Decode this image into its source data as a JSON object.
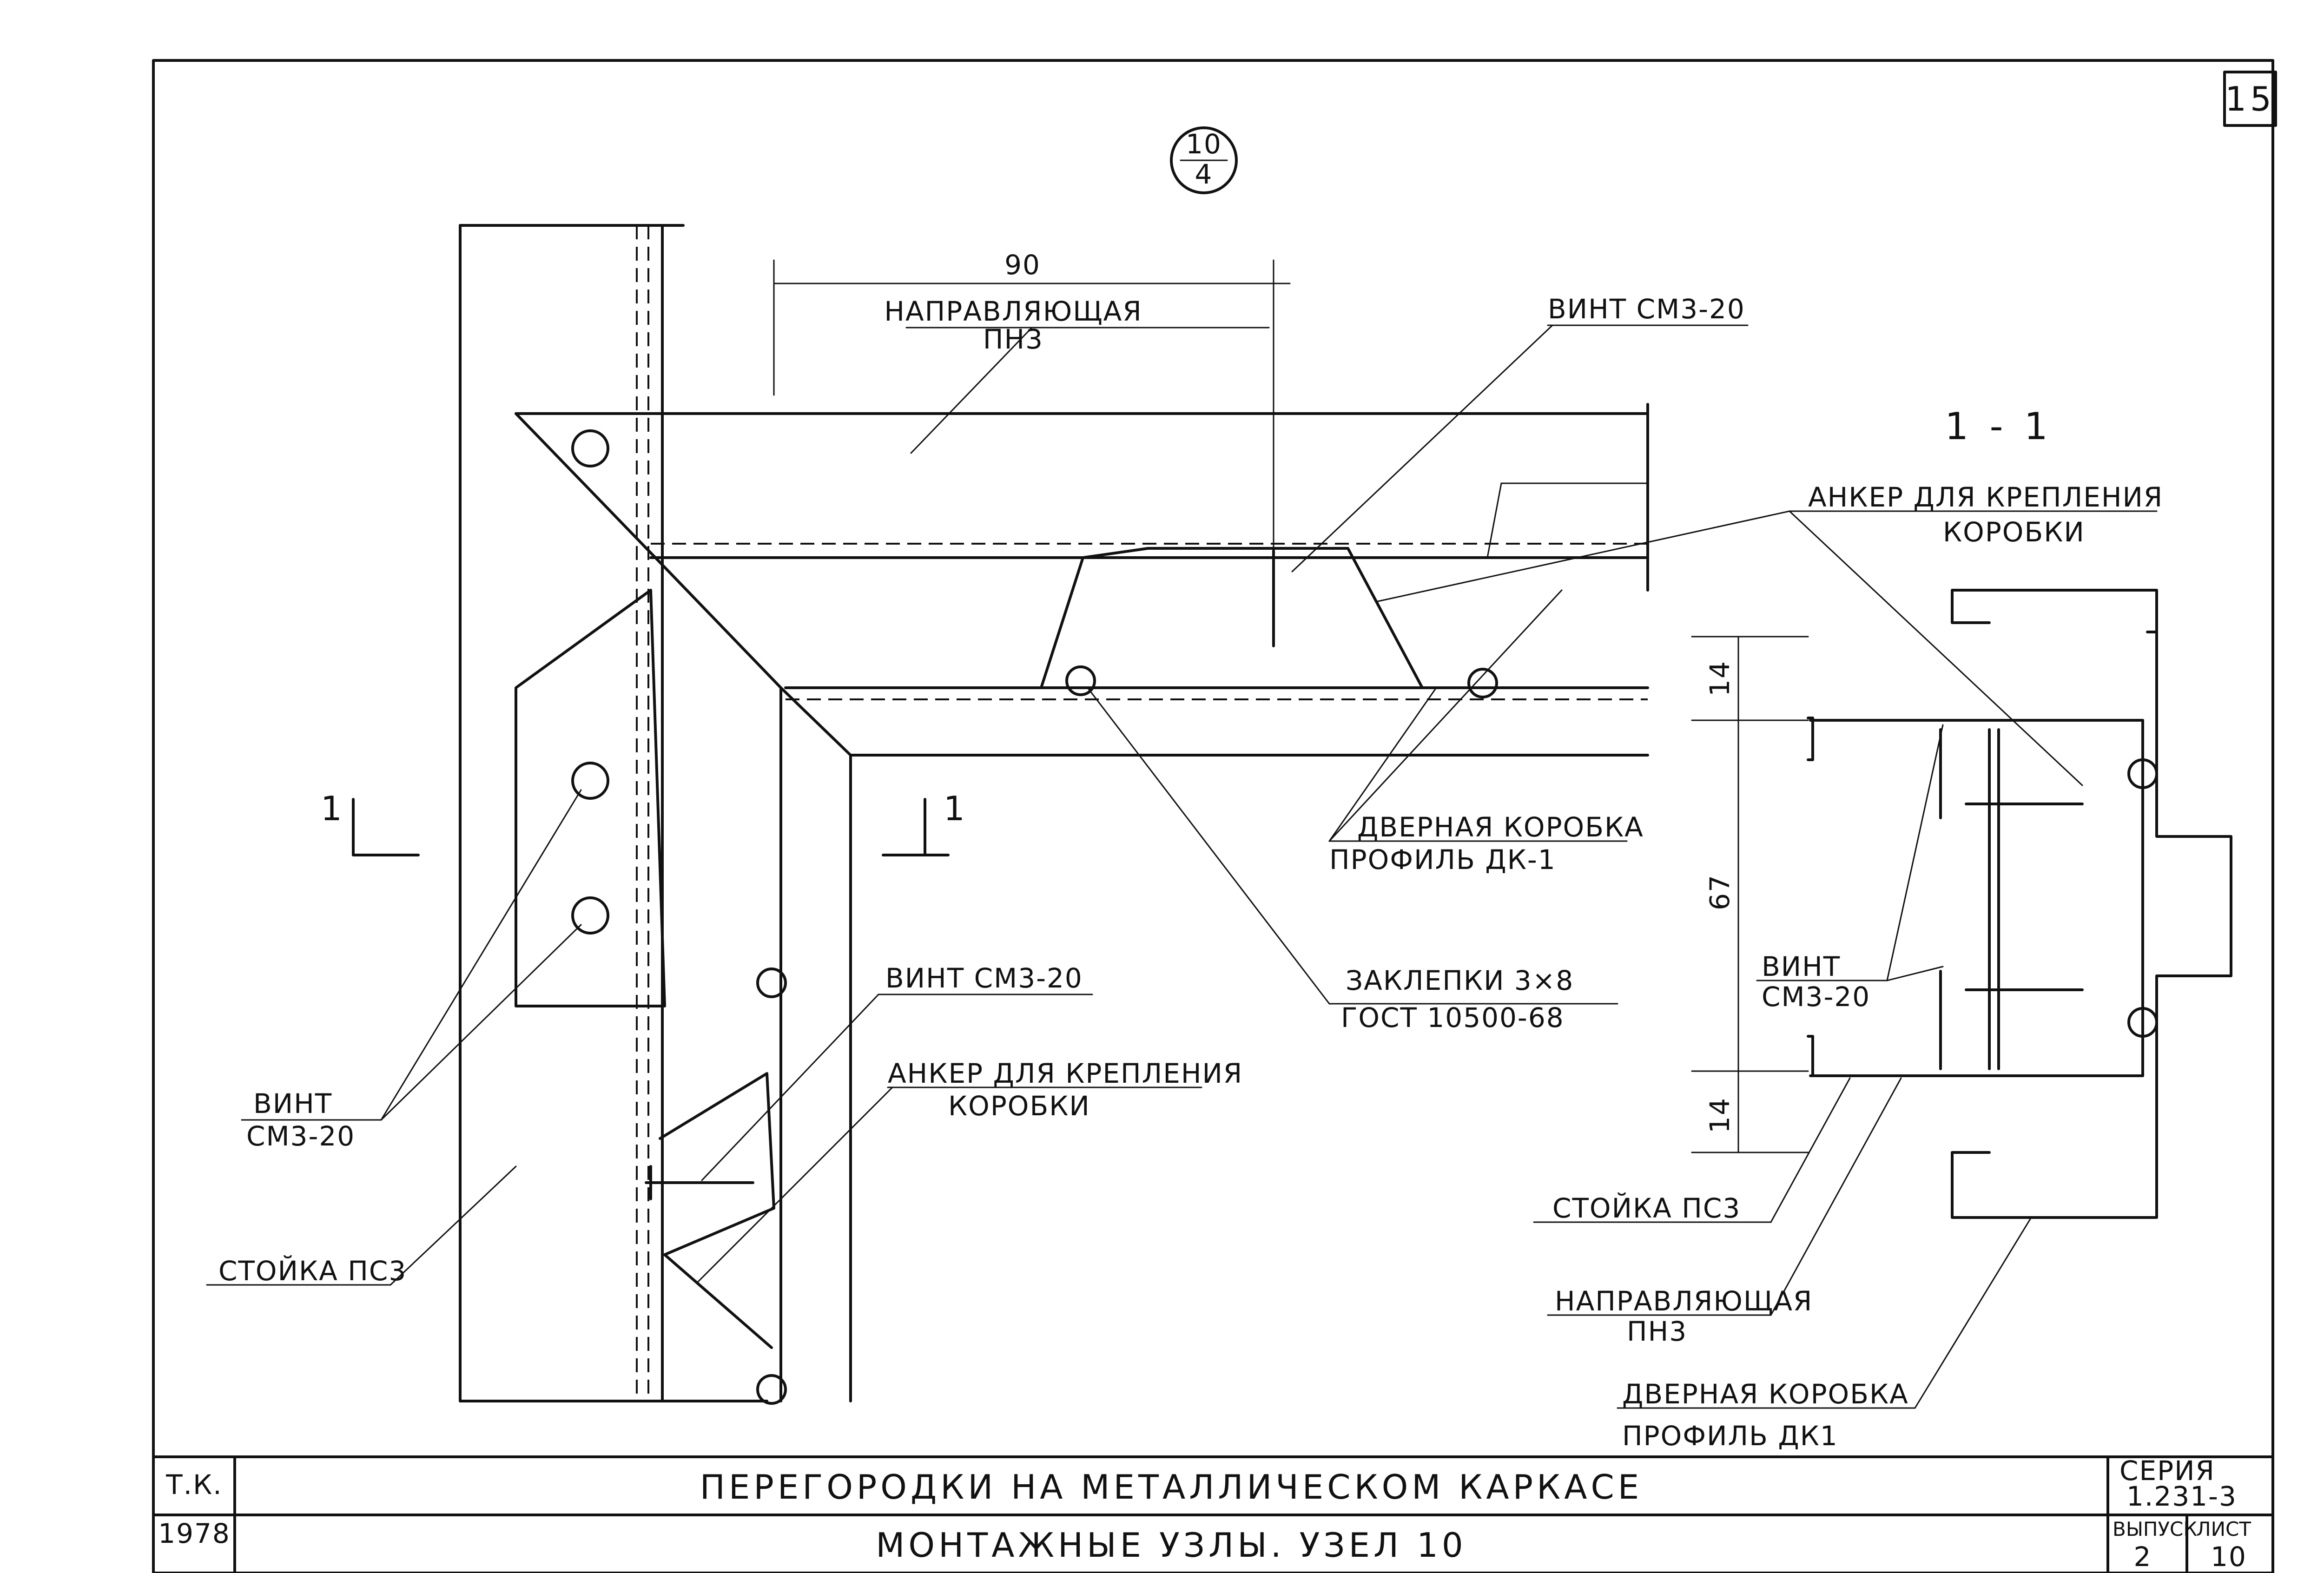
{
  "sheet_number": "15",
  "node_marker": {
    "top": "10",
    "bottom": "4"
  },
  "section_title": "1 - 1",
  "section_mark_left": "1",
  "section_mark_right": "1",
  "dimensions": {
    "d90": "90",
    "d14_top": "14",
    "d67": "67",
    "d14_bottom": "14"
  },
  "labels": {
    "guide_top": [
      "НАПРАВЛЯЮЩАЯ",
      "ПН3"
    ],
    "screw_top": "ВИНТ СМ3-20",
    "anchor_top": [
      "АНКЕР ДЛЯ КРЕПЛЕНИЯ",
      "КОРОБКИ"
    ],
    "door_frame_mid": [
      "ДВЕРНАЯ КОРОБКА",
      "ПРОФИЛЬ ДК-1"
    ],
    "rivets": [
      "ЗАКЛЕПКИ 3×8",
      "ГОСТ 10500-68"
    ],
    "screw_mid": "ВИНТ СМ3-20",
    "anchor_mid": [
      "АНКЕР ДЛЯ КРЕПЛЕНИЯ",
      "КОРОБКИ"
    ],
    "screw_left": [
      "ВИНТ",
      "СМ3-20"
    ],
    "post_left": "СТОЙКА ПС3",
    "screw_right": [
      "ВИНТ",
      "СМ3-20"
    ],
    "post_right": "СТОЙКА ПС3",
    "guide_right": [
      "НАПРАВЛЯЮЩАЯ",
      "ПН3"
    ],
    "door_frame_right": [
      "ДВЕРНАЯ КОРОБКА",
      "ПРОФИЛЬ ДК1"
    ]
  },
  "title_block": {
    "tk": "Т.К.",
    "year": "1978",
    "title": "ПЕРЕГОРОДКИ НА МЕТАЛЛИЧЕСКОМ КАРКАСЕ",
    "subtitle": "МОНТАЖНЫЕ УЗЛЫ. УЗЕЛ 10",
    "series_label": "СЕРИЯ",
    "series_value": "1.231-3",
    "issue_label": "ВЫПУСК",
    "issue_value": "2",
    "sheet_label": "ЛИСТ",
    "sheet_value": "10"
  }
}
